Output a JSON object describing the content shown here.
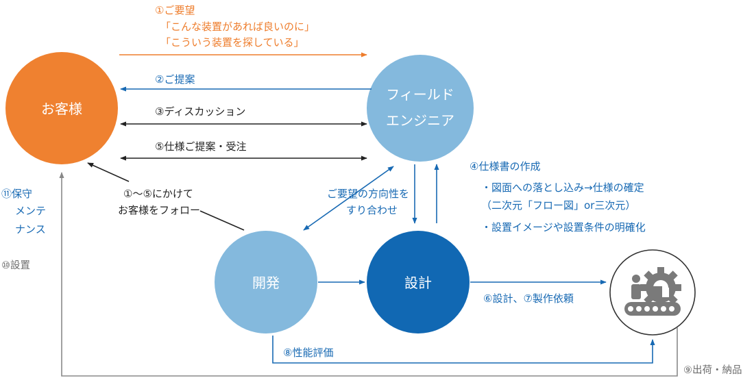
{
  "nodes": {
    "customer": {
      "label": "お客様",
      "color": "#ef8130"
    },
    "field_engineer": {
      "line1": "フィールド",
      "line2": "エンジニア",
      "color": "#84b9dd"
    },
    "development": {
      "label": "開発",
      "color": "#84b9dd"
    },
    "design": {
      "label": "設計",
      "color": "#1168b3"
    }
  },
  "labels": {
    "request_title": "①ご要望",
    "request_line1": "「こんな装置があれば良いのに」",
    "request_line2": "「こういう装置を探している」",
    "proposal": "②ご提案",
    "discussion": "③ディスカッション",
    "spec_proposal": "⑤仕様ご提案・受注",
    "followup_line1": "①〜⑤にかけて",
    "followup_line2": "お客様をフォロー",
    "align_line1": "ご要望の方向性を",
    "align_line2": "すり合わせ",
    "spec_doc_title": "④仕様書の作成",
    "spec_doc_item1": "・図面への落とし込み→仕様の確定",
    "spec_doc_item2": "（二次元「フロー図」or三次元）",
    "spec_doc_item3": "・設置イメージや設置条件の明確化",
    "design_mfg": "⑥設計、⑦製作依頼",
    "performance_eval": "⑧性能評価",
    "maintenance_line1": "⑪保守",
    "maintenance_line2": "メンテ",
    "maintenance_line3": "ナンス",
    "installation": "⑩設置",
    "shipping": "⑨出荷・納品"
  },
  "colors": {
    "orange": "#ee7d2c",
    "blue": "#1769b3",
    "black": "#222222",
    "gray": "#888888"
  },
  "icons": [
    "factory-machine-icon",
    "gear-icon",
    "conveyor-belt-icon",
    "worker-icon"
  ]
}
